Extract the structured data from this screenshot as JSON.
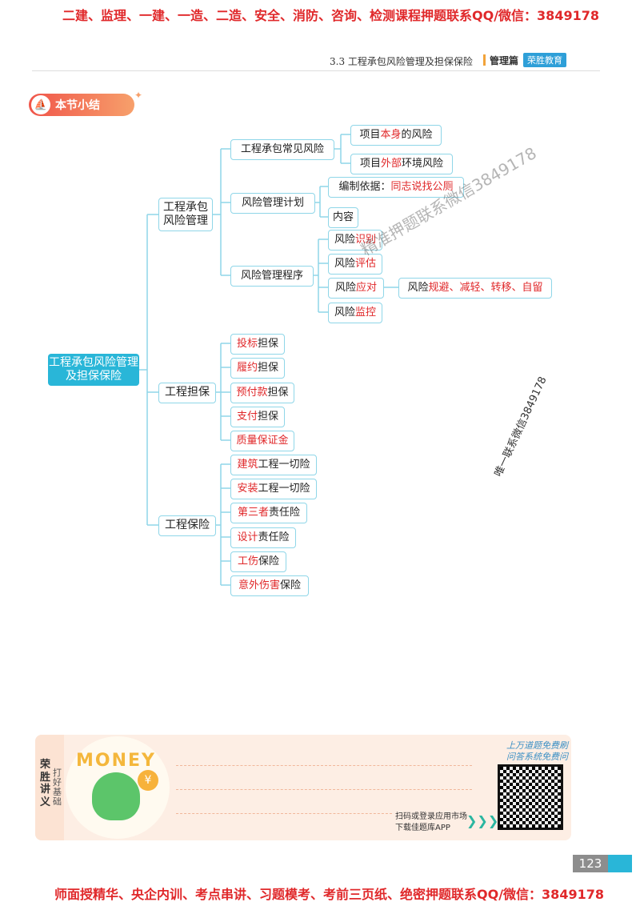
{
  "top_notice": "二建、监理、一建、一造、二造、安全、消防、咨询、检测课程押题联系QQ/微信：3849178",
  "header": {
    "chapter": "3.3 工程承包风险管理及担保保险",
    "part": "管理篇",
    "brand": "荣胜教育"
  },
  "section_label": "本节小结",
  "mindmap": {
    "root": "工程承包风险管理及担保保险",
    "risk": {
      "title": "工程承包风险管理",
      "common": {
        "label": "工程承包常见风险",
        "items": [
          [
            "项目",
            "本身",
            "的风险"
          ],
          [
            "项目",
            "外部",
            "环境风险"
          ]
        ]
      },
      "plan": {
        "label": "风险管理计划",
        "basis_prefix": "编制依据：",
        "basis_hl": "同志说找公厕",
        "content": "内容"
      },
      "procedure": {
        "label": "风险管理程序",
        "steps": [
          [
            "风险",
            "识别"
          ],
          [
            "风险",
            "评估"
          ],
          [
            "风险",
            "应对"
          ],
          [
            "风险",
            "监控"
          ]
        ],
        "response": {
          "prefix": "风险",
          "hl": "规避、减轻、转移、自留"
        }
      }
    },
    "guarantee": {
      "title": "工程担保",
      "items": [
        [
          "投标",
          "担保"
        ],
        [
          "履约",
          "担保"
        ],
        [
          "预付款",
          "担保"
        ],
        [
          "支付",
          "担保"
        ],
        [
          "质量保证金",
          ""
        ]
      ]
    },
    "insurance": {
      "title": "工程保险",
      "items": [
        [
          "建筑",
          "工程一切险"
        ],
        [
          "安装",
          "工程一切险"
        ],
        [
          "第三者",
          "责任险"
        ],
        [
          "设计",
          "责任险"
        ],
        [
          "工伤",
          "保险"
        ],
        [
          "意外伤害",
          "保险"
        ]
      ]
    }
  },
  "watermarks": {
    "diag1": "精准押题联系微信3849178",
    "diag2": "唯一联系微信3849178"
  },
  "banner": {
    "title": "荣胜讲义",
    "subtitle": "打好基础",
    "money": "MONEY",
    "coin": "¥",
    "qr_text1": "上万道题免费刷",
    "qr_text2": "问答系统免费问",
    "scan1": "扫码或登录应用市场",
    "scan2": "下载佳题库APP",
    "arrows": "❯❯❯"
  },
  "page_number": "123",
  "bottom_notice": "师面授精华、央企内训、考点串讲、习题模考、考前三页纸、绝密押题联系QQ/微信：3849178",
  "colors": {
    "accent": "#29b6d8",
    "highlight": "#e0282a",
    "box_border": "#8fd6e8",
    "notice": "#e0282a"
  }
}
